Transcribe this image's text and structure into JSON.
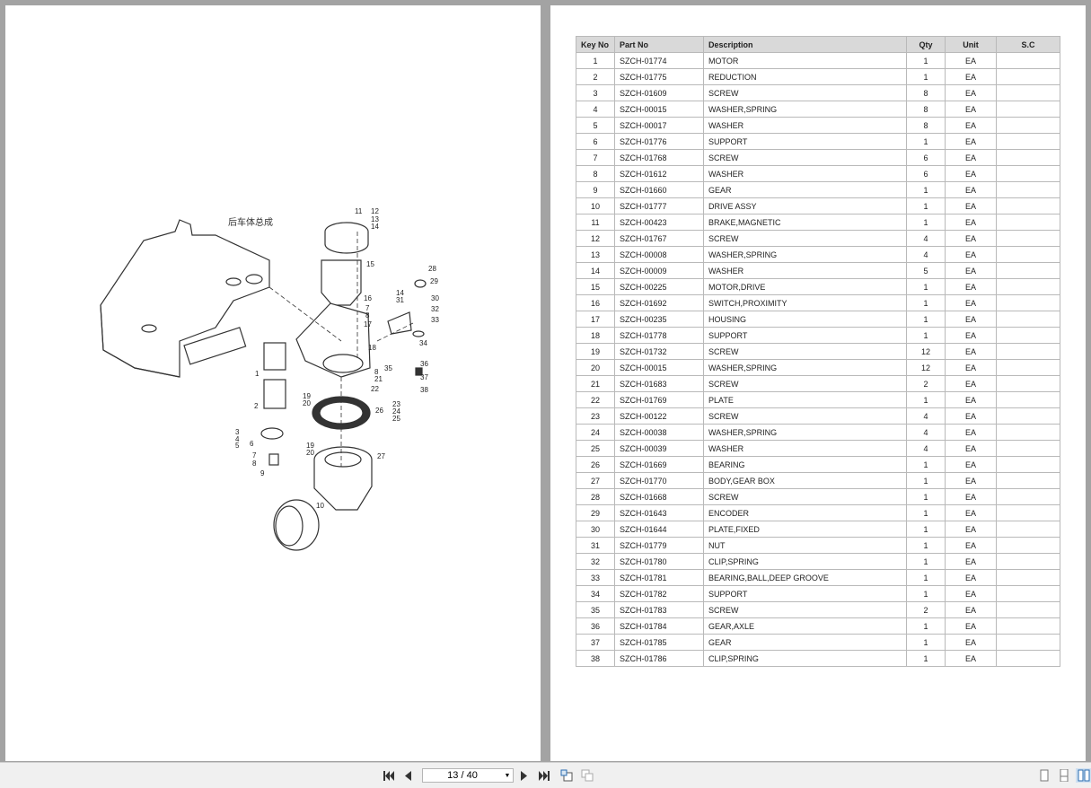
{
  "diagram": {
    "title_label": "后车体总成",
    "callouts": [
      "11",
      "12",
      "13",
      "14",
      "15",
      "16",
      "7",
      "8",
      "17",
      "18",
      "28",
      "29",
      "14",
      "31",
      "30",
      "32",
      "33",
      "34",
      "35",
      "36",
      "37",
      "38",
      "8",
      "21",
      "22",
      "23",
      "24",
      "25",
      "19",
      "20",
      "26",
      "19",
      "20",
      "27",
      "1",
      "2",
      "3",
      "4",
      "5",
      "6",
      "7",
      "8",
      "9",
      "10"
    ]
  },
  "parts_table": {
    "headers": {
      "key_no": "Key No",
      "part_no": "Part No",
      "description": "Description",
      "qty": "Qty",
      "unit": "Unit",
      "sc": "S.C"
    },
    "rows": [
      {
        "key": "1",
        "part": "SZCH-01774",
        "desc": "MOTOR",
        "qty": "1",
        "unit": "EA",
        "sc": ""
      },
      {
        "key": "2",
        "part": "SZCH-01775",
        "desc": "REDUCTION",
        "qty": "1",
        "unit": "EA",
        "sc": ""
      },
      {
        "key": "3",
        "part": "SZCH-01609",
        "desc": "SCREW",
        "qty": "8",
        "unit": "EA",
        "sc": ""
      },
      {
        "key": "4",
        "part": "SZCH-00015",
        "desc": "WASHER,SPRING",
        "qty": "8",
        "unit": "EA",
        "sc": ""
      },
      {
        "key": "5",
        "part": "SZCH-00017",
        "desc": "WASHER",
        "qty": "8",
        "unit": "EA",
        "sc": ""
      },
      {
        "key": "6",
        "part": "SZCH-01776",
        "desc": "SUPPORT",
        "qty": "1",
        "unit": "EA",
        "sc": ""
      },
      {
        "key": "7",
        "part": "SZCH-01768",
        "desc": "SCREW",
        "qty": "6",
        "unit": "EA",
        "sc": ""
      },
      {
        "key": "8",
        "part": "SZCH-01612",
        "desc": "WASHER",
        "qty": "6",
        "unit": "EA",
        "sc": ""
      },
      {
        "key": "9",
        "part": "SZCH-01660",
        "desc": "GEAR",
        "qty": "1",
        "unit": "EA",
        "sc": ""
      },
      {
        "key": "10",
        "part": "SZCH-01777",
        "desc": "DRIVE ASSY",
        "qty": "1",
        "unit": "EA",
        "sc": ""
      },
      {
        "key": "11",
        "part": "SZCH-00423",
        "desc": "BRAKE,MAGNETIC",
        "qty": "1",
        "unit": "EA",
        "sc": ""
      },
      {
        "key": "12",
        "part": "SZCH-01767",
        "desc": "SCREW",
        "qty": "4",
        "unit": "EA",
        "sc": ""
      },
      {
        "key": "13",
        "part": "SZCH-00008",
        "desc": "WASHER,SPRING",
        "qty": "4",
        "unit": "EA",
        "sc": ""
      },
      {
        "key": "14",
        "part": "SZCH-00009",
        "desc": "WASHER",
        "qty": "5",
        "unit": "EA",
        "sc": ""
      },
      {
        "key": "15",
        "part": "SZCH-00225",
        "desc": "MOTOR,DRIVE",
        "qty": "1",
        "unit": "EA",
        "sc": ""
      },
      {
        "key": "16",
        "part": "SZCH-01692",
        "desc": "SWITCH,PROXIMITY",
        "qty": "1",
        "unit": "EA",
        "sc": ""
      },
      {
        "key": "17",
        "part": "SZCH-00235",
        "desc": "HOUSING",
        "qty": "1",
        "unit": "EA",
        "sc": ""
      },
      {
        "key": "18",
        "part": "SZCH-01778",
        "desc": "SUPPORT",
        "qty": "1",
        "unit": "EA",
        "sc": ""
      },
      {
        "key": "19",
        "part": "SZCH-01732",
        "desc": "SCREW",
        "qty": "12",
        "unit": "EA",
        "sc": ""
      },
      {
        "key": "20",
        "part": "SZCH-00015",
        "desc": "WASHER,SPRING",
        "qty": "12",
        "unit": "EA",
        "sc": ""
      },
      {
        "key": "21",
        "part": "SZCH-01683",
        "desc": "SCREW",
        "qty": "2",
        "unit": "EA",
        "sc": ""
      },
      {
        "key": "22",
        "part": "SZCH-01769",
        "desc": "PLATE",
        "qty": "1",
        "unit": "EA",
        "sc": ""
      },
      {
        "key": "23",
        "part": "SZCH-00122",
        "desc": "SCREW",
        "qty": "4",
        "unit": "EA",
        "sc": ""
      },
      {
        "key": "24",
        "part": "SZCH-00038",
        "desc": "WASHER,SPRING",
        "qty": "4",
        "unit": "EA",
        "sc": ""
      },
      {
        "key": "25",
        "part": "SZCH-00039",
        "desc": "WASHER",
        "qty": "4",
        "unit": "EA",
        "sc": ""
      },
      {
        "key": "26",
        "part": "SZCH-01669",
        "desc": "BEARING",
        "qty": "1",
        "unit": "EA",
        "sc": ""
      },
      {
        "key": "27",
        "part": "SZCH-01770",
        "desc": "BODY,GEAR BOX",
        "qty": "1",
        "unit": "EA",
        "sc": ""
      },
      {
        "key": "28",
        "part": "SZCH-01668",
        "desc": "SCREW",
        "qty": "1",
        "unit": "EA",
        "sc": ""
      },
      {
        "key": "29",
        "part": "SZCH-01643",
        "desc": "ENCODER",
        "qty": "1",
        "unit": "EA",
        "sc": ""
      },
      {
        "key": "30",
        "part": "SZCH-01644",
        "desc": "PLATE,FIXED",
        "qty": "1",
        "unit": "EA",
        "sc": ""
      },
      {
        "key": "31",
        "part": "SZCH-01779",
        "desc": "NUT",
        "qty": "1",
        "unit": "EA",
        "sc": ""
      },
      {
        "key": "32",
        "part": "SZCH-01780",
        "desc": "CLIP,SPRING",
        "qty": "1",
        "unit": "EA",
        "sc": ""
      },
      {
        "key": "33",
        "part": "SZCH-01781",
        "desc": "BEARING,BALL,DEEP GROOVE",
        "qty": "1",
        "unit": "EA",
        "sc": ""
      },
      {
        "key": "34",
        "part": "SZCH-01782",
        "desc": "SUPPORT",
        "qty": "1",
        "unit": "EA",
        "sc": ""
      },
      {
        "key": "35",
        "part": "SZCH-01783",
        "desc": "SCREW",
        "qty": "2",
        "unit": "EA",
        "sc": ""
      },
      {
        "key": "36",
        "part": "SZCH-01784",
        "desc": "GEAR,AXLE",
        "qty": "1",
        "unit": "EA",
        "sc": ""
      },
      {
        "key": "37",
        "part": "SZCH-01785",
        "desc": "GEAR",
        "qty": "1",
        "unit": "EA",
        "sc": ""
      },
      {
        "key": "38",
        "part": "SZCH-01786",
        "desc": "CLIP,SPRING",
        "qty": "1",
        "unit": "EA",
        "sc": ""
      }
    ]
  },
  "toolbar": {
    "page_indicator": "13 / 40",
    "icons": [
      "first-page-icon",
      "prev-page-icon",
      "next-page-icon",
      "last-page-icon",
      "fit-page-icon",
      "copy-page-icon",
      "single-page-view-icon",
      "continuous-view-icon",
      "two-page-view-icon"
    ]
  }
}
